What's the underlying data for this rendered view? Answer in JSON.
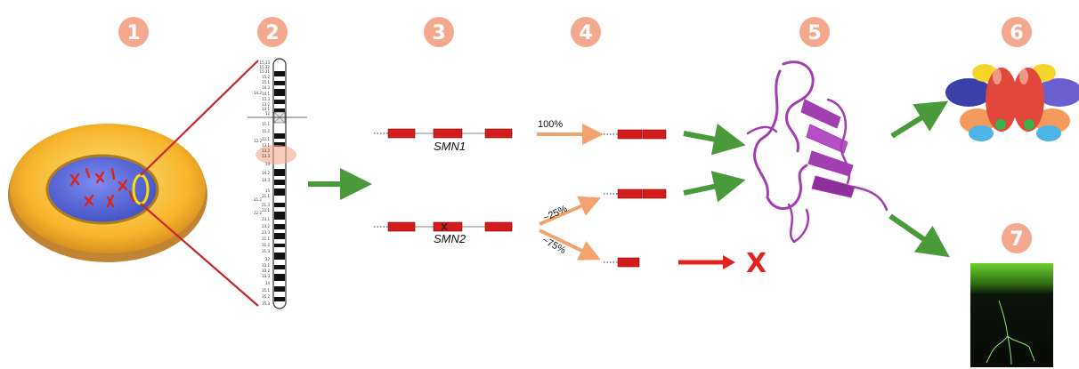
{
  "steps": [
    "1",
    "2",
    "3",
    "4",
    "5",
    "6",
    "7"
  ],
  "genes": {
    "smn1": "SMN1",
    "smn2": "SMN2"
  },
  "percentages": {
    "full": "100%",
    "minor": "~25%",
    "major": "~75%"
  },
  "blocked_mark": "X",
  "chromosome_bands_p": [
    "15.33",
    "15.32",
    "15.31",
    "15.2",
    "15.1",
    "14.3",
    "14.2",
    "14.1",
    "13.3",
    "13.2",
    "13.1",
    "12"
  ],
  "chromosome_bands_q": [
    "11.1",
    "11.2",
    "12.1",
    "12.2",
    "13.1",
    "13.2",
    "13.3",
    "14",
    "14.2",
    "14.3",
    "15",
    "21.1",
    "21.2",
    "21.3",
    "22.1",
    "22.2",
    "23.1",
    "23.2",
    "23.3",
    "31.1",
    "31.2",
    "31.3",
    "32",
    "33.1",
    "33.2",
    "33.3",
    "34",
    "35.1",
    "35.2",
    "35.3"
  ],
  "colors": {
    "badge": "#f4a98f",
    "exon_red": "#d41c1c",
    "arrow_green": "#4a9a3c",
    "arrow_peach": "#f2a36e",
    "cell_yellow": "#f7b52c",
    "nucleus_blue": "#5f6fd8",
    "protein_purple": "#a23fb0",
    "x_red": "#e0231f"
  }
}
